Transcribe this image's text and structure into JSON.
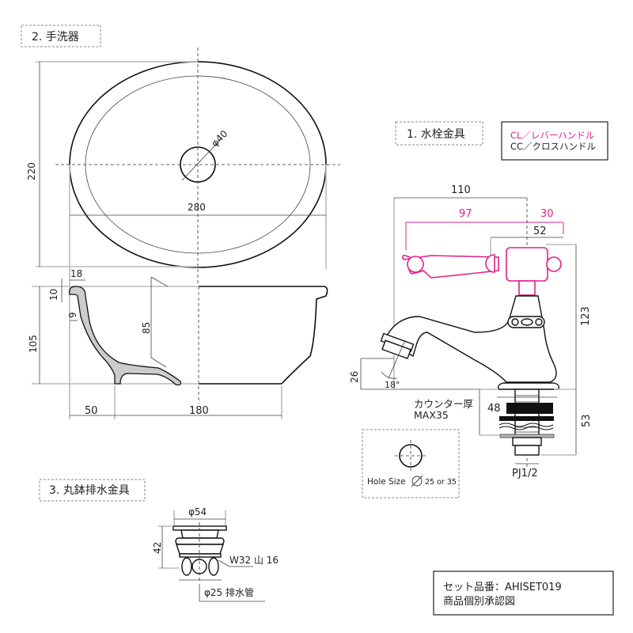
{
  "colors": {
    "accent": "#e0208a",
    "line": "#111111",
    "section_fill": "#cccccc"
  },
  "basin": {
    "label": "2. 手洗器",
    "dims": {
      "height_top": "220",
      "width": "280",
      "drain": "φ40",
      "rim_width": "18",
      "rim_height": "10",
      "wall": "9",
      "depth_total": "105",
      "depth_inner": "85",
      "foot_offset": "50",
      "foot_width": "180"
    }
  },
  "faucet": {
    "label": "1. 水栓金具",
    "legend": {
      "cl": "CL／レバーハンドル",
      "cc": "CC／クロスハンドル"
    },
    "dims": {
      "reach": "110",
      "lever_left": "97",
      "lever_right": "30",
      "cross": "52",
      "height": "123",
      "spout_height": "26",
      "angle": "18°",
      "base": "48",
      "shank": "53",
      "thread": "PJ1/2"
    },
    "counter_label": "カウンター厚",
    "counter_max": "MAX35",
    "hole_size_label": "Hole Size",
    "hole_size_value": "25 or 35"
  },
  "drain": {
    "label": "3. 丸鉢排水金具",
    "dims": {
      "diameter": "φ54",
      "height": "42",
      "thread": "W32 山 16",
      "pipe": "φ25 排水管"
    }
  },
  "set_info": {
    "line1": "セット品番：AHISET019",
    "line2": "商品個別承認図"
  }
}
